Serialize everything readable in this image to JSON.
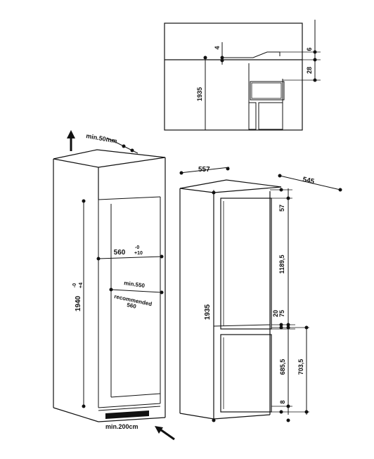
{
  "detail": {
    "dim_4": "4",
    "dim_6": "6",
    "dim_28": "28",
    "dim_1935": "1935"
  },
  "niche": {
    "vent_top": "min.50mm",
    "width_main": "560",
    "width_tol_top": "-0",
    "width_tol_bottom": "+10",
    "min_width": "min.550",
    "recommended": "recommended",
    "recommended_value": "560",
    "height_main": "1940",
    "height_tol": "+4",
    "height_tol_zero": "-0",
    "vent_bottom": "min.200cm"
  },
  "fridge": {
    "width": "557",
    "depth": "545",
    "height": "1935",
    "dim_57": "57",
    "dim_1189_5": "1189,5",
    "dim_20": "20",
    "dim_75": "75",
    "dim_685_5": "685,5",
    "dim_703_5": "703,5",
    "dim_8": "8"
  }
}
